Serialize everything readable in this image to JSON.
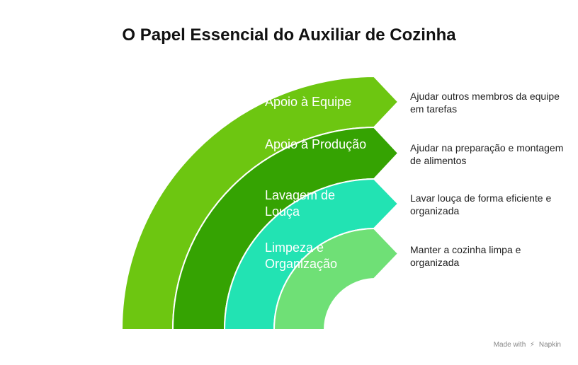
{
  "title": "O Papel Essencial do Auxiliar de Cozinha",
  "items": [
    {
      "label": "Apoio à Equipe",
      "description": "Ajudar outros membros da equipe em tarefas",
      "color": "#6dc611"
    },
    {
      "label": "Apoio à Produção",
      "description": "Ajudar na preparação e montagem de alimentos",
      "color": "#35a302"
    },
    {
      "label": "Lavagem de Louça",
      "description": "Lavar louça de forma eficiente e organizada",
      "color": "#22e3b3"
    },
    {
      "label": "Limpeza e Organização",
      "description": "Manter a cozinha limpa e organizada",
      "color": "#6fe076"
    }
  ],
  "credit": {
    "prefix": "Made with",
    "brand": "Napkin",
    "icon": "napkin-logo-icon"
  }
}
